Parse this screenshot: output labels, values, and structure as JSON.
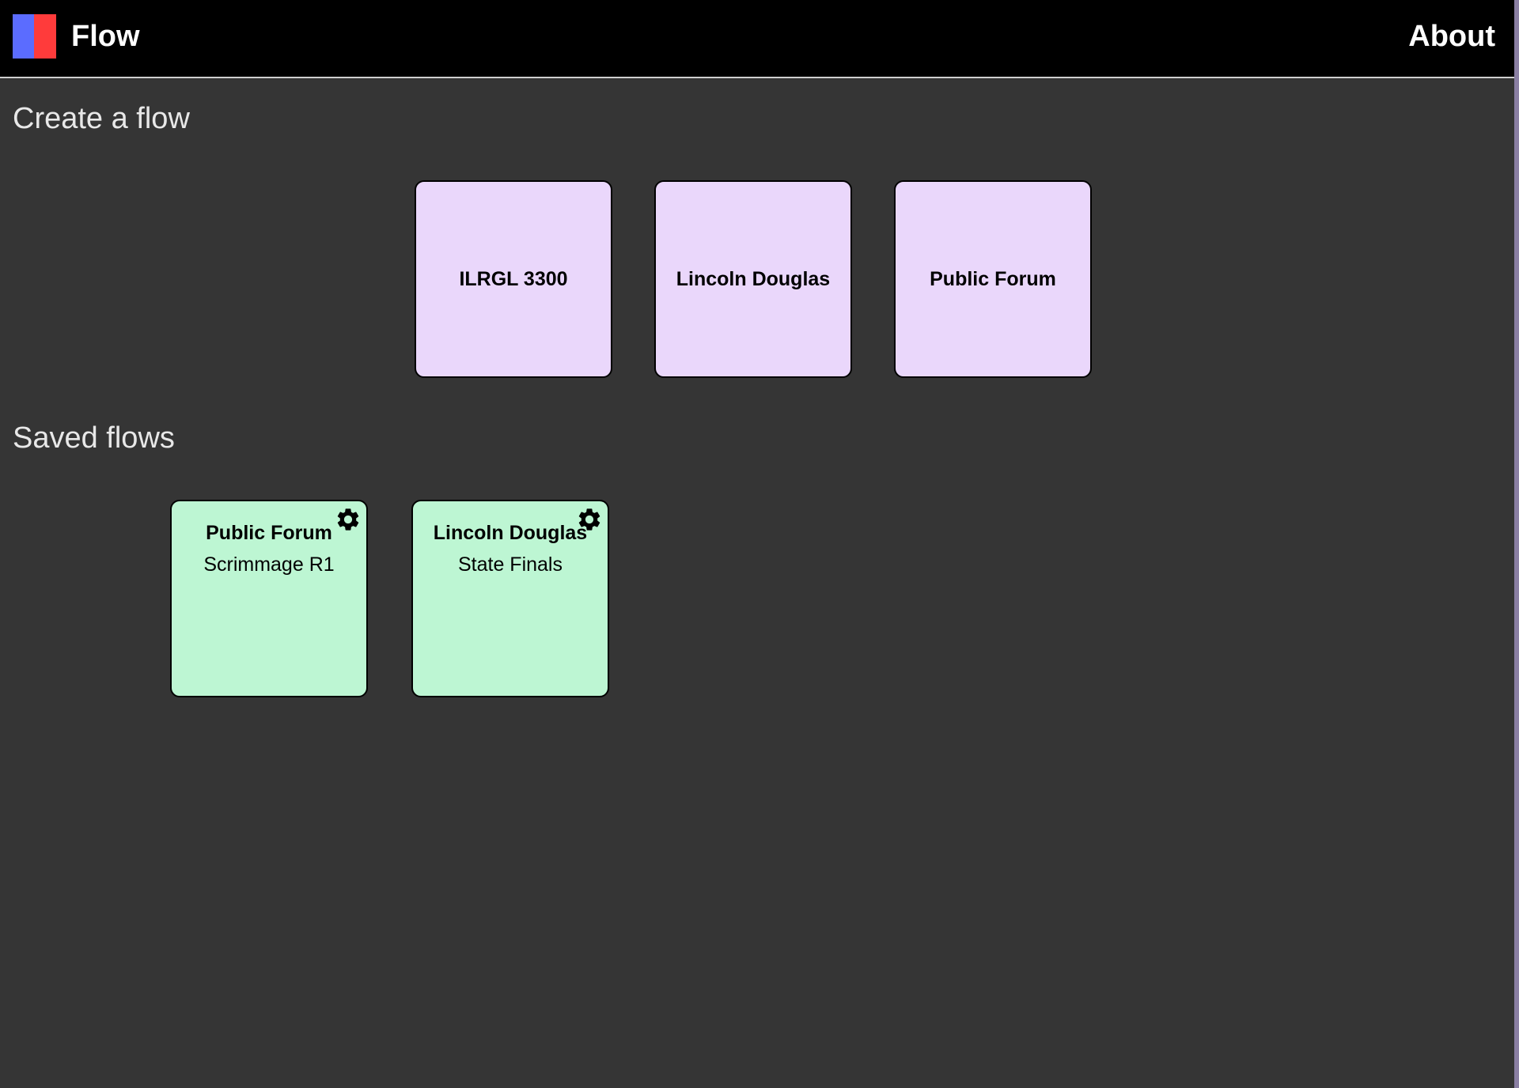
{
  "header": {
    "app_title": "Flow",
    "about_label": "About",
    "logo_colors": [
      "#5b6cff",
      "#ff3b3b"
    ]
  },
  "create_section": {
    "heading": "Create a flow",
    "cards": [
      {
        "label": "ILRGL 3300"
      },
      {
        "label": "Lincoln Douglas"
      },
      {
        "label": "Public Forum"
      }
    ]
  },
  "saved_section": {
    "heading": "Saved flows",
    "flows": [
      {
        "title": "Public Forum",
        "subtitle": "Scrimmage R1",
        "icon": "gear-icon"
      },
      {
        "title": "Lincoln Douglas",
        "subtitle": "State Finals",
        "icon": "gear-icon"
      }
    ]
  },
  "colors": {
    "background": "#353535",
    "topbar": "#000000",
    "create_card": "#ead7fb",
    "saved_card": "#bdf6d3"
  }
}
